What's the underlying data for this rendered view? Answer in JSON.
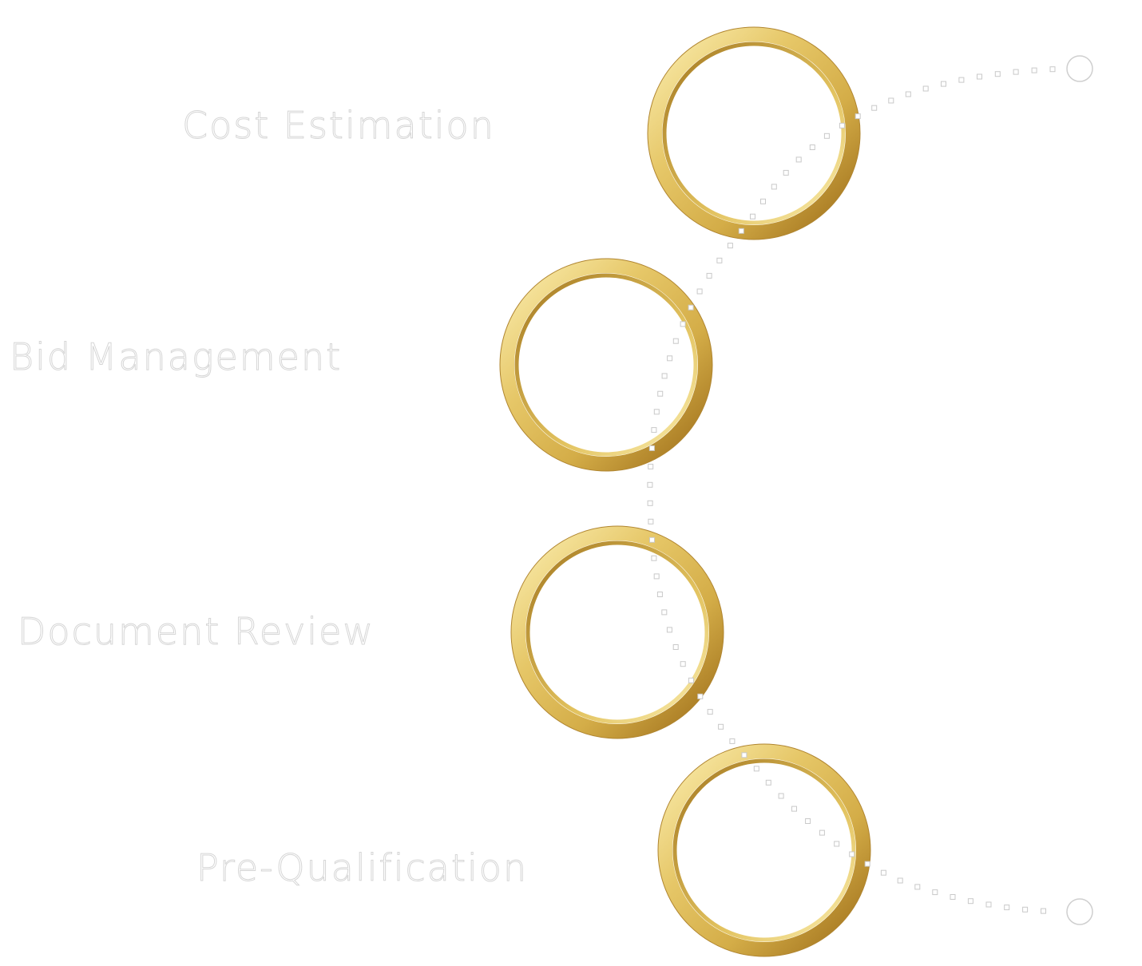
{
  "steps": [
    {
      "label": "Cost Estimation"
    },
    {
      "label": "Bid Management"
    },
    {
      "label": "Document Review"
    },
    {
      "label": "Pre-Qualification"
    }
  ],
  "colors": {
    "ring_light": "#f6e29a",
    "ring_mid": "#e2c25e",
    "ring_dark": "#a8781f",
    "connector": "#c9c9c9",
    "label_outline": "#d6d6d6"
  }
}
